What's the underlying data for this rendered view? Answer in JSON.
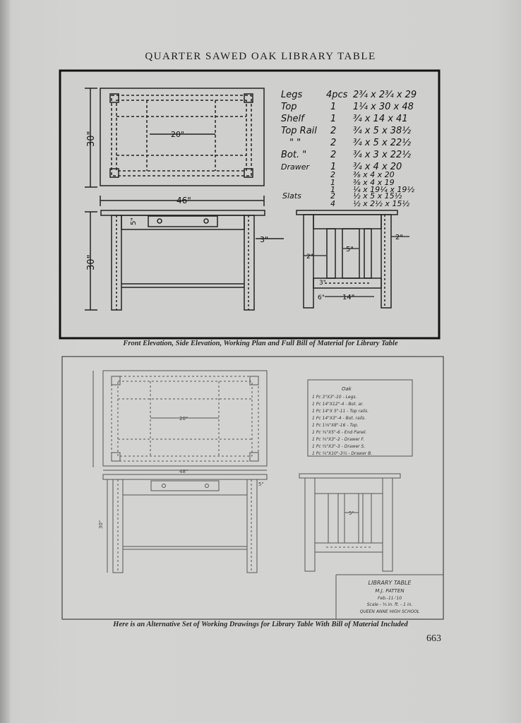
{
  "header": {
    "title": "QUARTER SAWED OAK LIBRARY TABLE"
  },
  "figure1": {
    "caption": "Front Elevation, Side Elevation, Working Plan and Full Bill of Material for Library Table",
    "dims": {
      "width_top": "20\"",
      "width_overall": "46\"",
      "height_plan": "30\"",
      "height_front": "30\"",
      "rail": "5\"",
      "leg_offset": "3\"",
      "side_rail": "2\"",
      "slat_gap": "5\"",
      "slat_small": "2\"",
      "shelf_span": "14\"",
      "shelf_h": "3\"",
      "bottom_h": "6\""
    },
    "bill": [
      {
        "name": "Legs",
        "qty": "4pcs",
        "size": "2¾ x 2¾ x 29"
      },
      {
        "name": "Top",
        "qty": "1",
        "size": "1¼ x 30 x 48"
      },
      {
        "name": "Shelf",
        "qty": "1",
        "size": "¾ x 14 x 41"
      },
      {
        "name": "Top Rail",
        "qty": "2",
        "size": "¾ x 5 x 38½"
      },
      {
        "name": "\"   \"",
        "qty": "2",
        "size": "¾ x 5 x 22½"
      },
      {
        "name": "Bot. \"",
        "qty": "2",
        "size": "¾ x 3 x 22½"
      },
      {
        "name": "Drawer",
        "qty": "1",
        "size": "¾ x 4 x 20"
      },
      {
        "name": "",
        "qty": "2",
        "size": "⅜ x 4 x 20"
      },
      {
        "name": "",
        "qty": "1",
        "size": "⅜ x 4 x 19"
      },
      {
        "name": "",
        "qty": "1",
        "size": "¼ x 19¼ x 19½"
      },
      {
        "name": "Slats",
        "qty": "2",
        "size": "½ x 5 x 15½"
      },
      {
        "name": "",
        "qty": "4",
        "size": "½ x 2½ x 15½"
      }
    ]
  },
  "figure2": {
    "caption": "Here is an Alternative Set of Working Drawings for Library Table With Bill of Material Included",
    "dims": {
      "top": "20\"",
      "width": "48\"",
      "height": "30\"",
      "rail": "5\"",
      "slat": "5\""
    },
    "bill_title": "Oak",
    "bill": [
      "1 Pc  3\"X3\"-10 - Legs.",
      "1 Pc  14\"X12\"-4 - Bot. ar.",
      "1 Pc  14\"X 5\"-11 - Top rails.",
      "1 Pc  14\"X3\"-4 - Bot. rails.",
      "1 Pc  1⅛\"X8\"-16 - Top.",
      "1 Pc  ¾\"X5\"-6 - End Panel.",
      "1 Pc  ¾\"X3\"-2 - Drawer F.",
      "1 Pc  ½\"X3\"-3 - Drawer S.",
      "1 Pc  ¼\"X10\"-3½ - Drawer B."
    ],
    "title_block": {
      "name": "LIBRARY TABLE",
      "author": "M.J. PATTEN",
      "date": "Feb.-11-'10",
      "scale": "Scale - ¾ in. ft. - 1 in.",
      "school": "QUEEN ANNE HIGH SCHOOL"
    }
  },
  "footer": {
    "page_number": "663"
  }
}
